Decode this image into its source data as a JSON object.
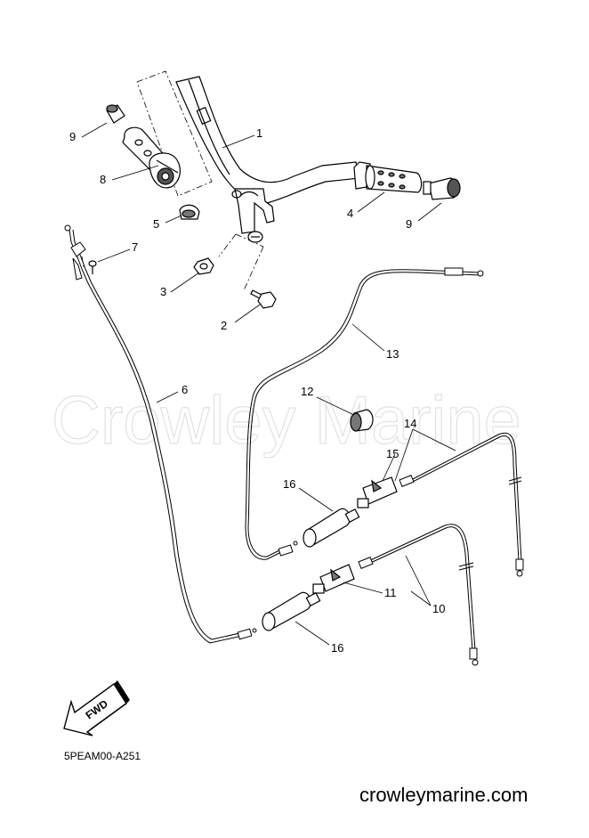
{
  "watermark": "Crowley Marine",
  "part_code": "5PEAM00-A251",
  "website": "crowleymarine.com",
  "fwd_label": "FWD",
  "callouts": [
    "1",
    "2",
    "3",
    "4",
    "5",
    "6",
    "7",
    "8",
    "9",
    "9",
    "10",
    "11",
    "12",
    "13",
    "14",
    "15",
    "16",
    "16"
  ]
}
